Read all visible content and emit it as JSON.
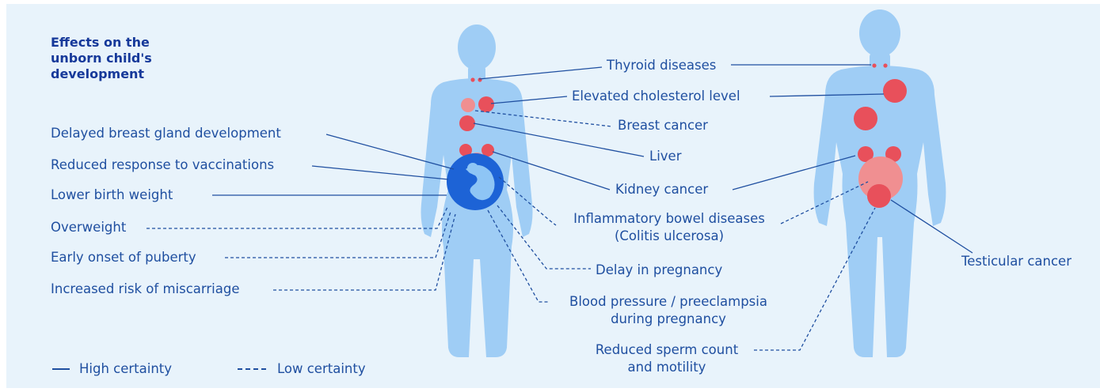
{
  "title": {
    "line1": "Effects on the",
    "line2": "unborn child's",
    "line3": "development"
  },
  "left_labels": {
    "breast_gland": "Delayed breast gland development",
    "vaccinations": "Reduced response to vaccinations",
    "birth_weight": "Lower birth weight",
    "overweight": "Overweight",
    "puberty": "Early onset of puberty",
    "miscarriage": "Increased risk of miscarriage"
  },
  "middle_labels": {
    "thyroid": "Thyroid diseases",
    "cholesterol": "Elevated cholesterol level",
    "breast_cancer": "Breast cancer",
    "liver": "Liver",
    "kidney": "Kidney cancer",
    "ibd_line1": "Inflammatory bowel diseases",
    "ibd_line2": "(Colitis ulcerosa)",
    "delay_pregnancy": "Delay in pregnancy",
    "bp_line1": "Blood pressure / preeclampsia",
    "bp_line2": "during pregnancy",
    "sperm_line1": "Reduced sperm count",
    "sperm_line2": "and motility"
  },
  "right_labels": {
    "testicular": "Testicular cancer"
  },
  "legend": {
    "high": "High certainty",
    "low": "Low certainty"
  },
  "colors": {
    "background": "#e8f3fb",
    "body": "#9fcdf5",
    "text": "#1f4fa0",
    "organ": "#e8505b",
    "organ_light": "#f08f91",
    "womb": "#1d63d6"
  }
}
